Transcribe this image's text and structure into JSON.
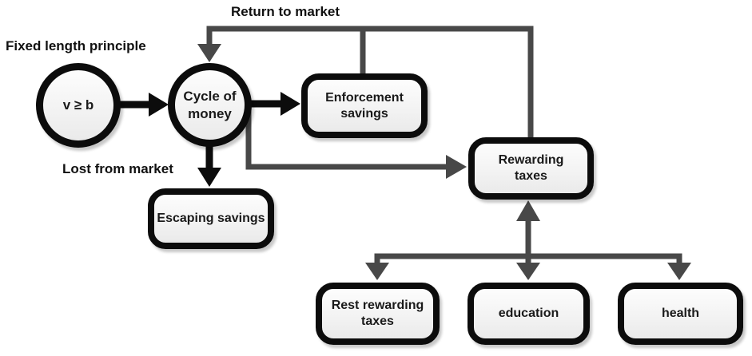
{
  "diagram": {
    "title": "Cycle of money flow diagram",
    "labels": {
      "fixed_length_principle": "Fixed length principle",
      "return_to_market": "Return to market",
      "lost_from_market": "Lost from market"
    },
    "nodes": {
      "velocity_condition": "v ≥ b",
      "cycle_of_money": "Cycle of money",
      "enforcement_savings": "Enforcement savings",
      "escaping_savings": "Escaping savings",
      "rewarding_taxes": "Rewarding taxes",
      "rest_rewarding_taxes": "Rest rewarding taxes",
      "education": "education",
      "health": "health"
    },
    "edges": [
      {
        "from": "v ≥ b",
        "to": "Cycle of money",
        "style": "black-arrow"
      },
      {
        "from": "Cycle of money",
        "to": "Enforcement savings",
        "style": "black-arrow"
      },
      {
        "from": "Cycle of money",
        "to": "Escaping savings",
        "style": "black-arrow",
        "label": "Lost from market"
      },
      {
        "from": "Enforcement savings",
        "to": "Cycle of money",
        "style": "gray-arrow",
        "via": "Return to market"
      },
      {
        "from": "Rewarding taxes",
        "to": "Cycle of money",
        "style": "gray-arrow",
        "via": "Return to market"
      },
      {
        "from": "Cycle of money",
        "to": "Rewarding taxes",
        "style": "gray-arrow"
      },
      {
        "from": "Rewarding taxes",
        "to": "Rest rewarding taxes",
        "style": "gray-arrow"
      },
      {
        "from": "Rewarding taxes",
        "to": "education",
        "style": "gray-arrow",
        "bidirectional": true
      },
      {
        "from": "Rewarding taxes",
        "to": "health",
        "style": "gray-arrow"
      }
    ],
    "colors": {
      "black": "#0c0c0c",
      "gray": "#484848",
      "node_fill_top": "#fdfdfd",
      "node_fill_bottom": "#eaeaea",
      "text": "#1a1a1a"
    }
  }
}
